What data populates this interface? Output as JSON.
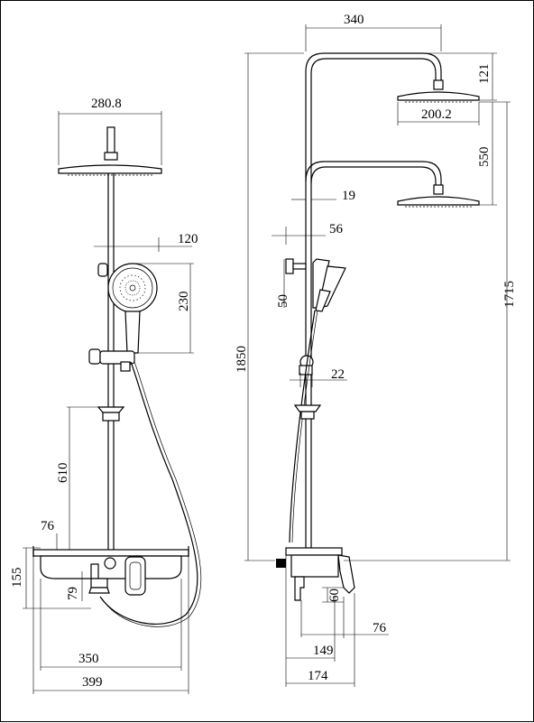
{
  "colors": {
    "line": "#000000",
    "background": "#ffffff"
  },
  "front_view": {
    "head_diameter": "280.8",
    "head_to_arm": "120",
    "hand_shower_height": "230",
    "bar_height": "610",
    "slide_to_shelf": "76",
    "body_height": "155",
    "inlet_offset": "79",
    "body_width_inner": "350",
    "body_width_outer": "399"
  },
  "side_view": {
    "arm_reach": "340",
    "head_drop": "121",
    "head_diameter": "200.2",
    "head_spacing": "550",
    "upper_pipe_offset": "19",
    "bracket_offset": "56",
    "bracket_height": "50",
    "total_height": "1850",
    "head_height": "1715",
    "slider_offset": "22",
    "outlet_drop": "60",
    "outlet_reach": "76",
    "valve_depth_inner": "149",
    "valve_depth_outer": "174"
  }
}
